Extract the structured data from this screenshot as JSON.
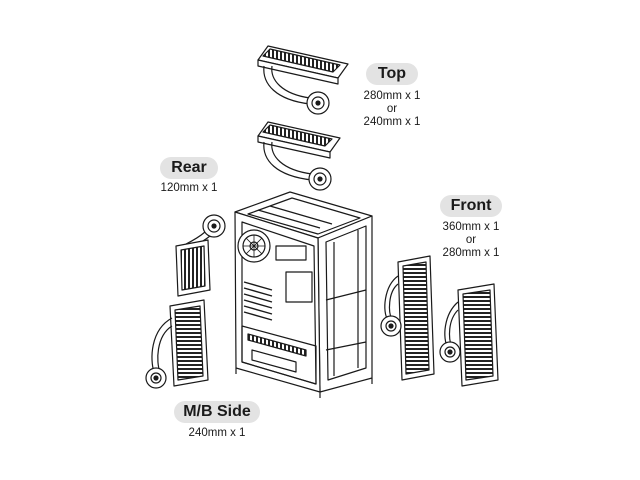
{
  "labels": {
    "top": {
      "title": "Top",
      "line1": "280mm x 1",
      "or": "or",
      "line2": "240mm x 1"
    },
    "rear": {
      "title": "Rear",
      "line1": "120mm x 1"
    },
    "front": {
      "title": "Front",
      "line1": "360mm x 1",
      "or": "or",
      "line2": "280mm x 1"
    },
    "mb_side": {
      "title": "M/B Side",
      "line1": "240mm x 1"
    }
  },
  "colors": {
    "line": "#1a1a1a",
    "pill": "#e3e3e3",
    "radiator_fin": "#222222"
  }
}
